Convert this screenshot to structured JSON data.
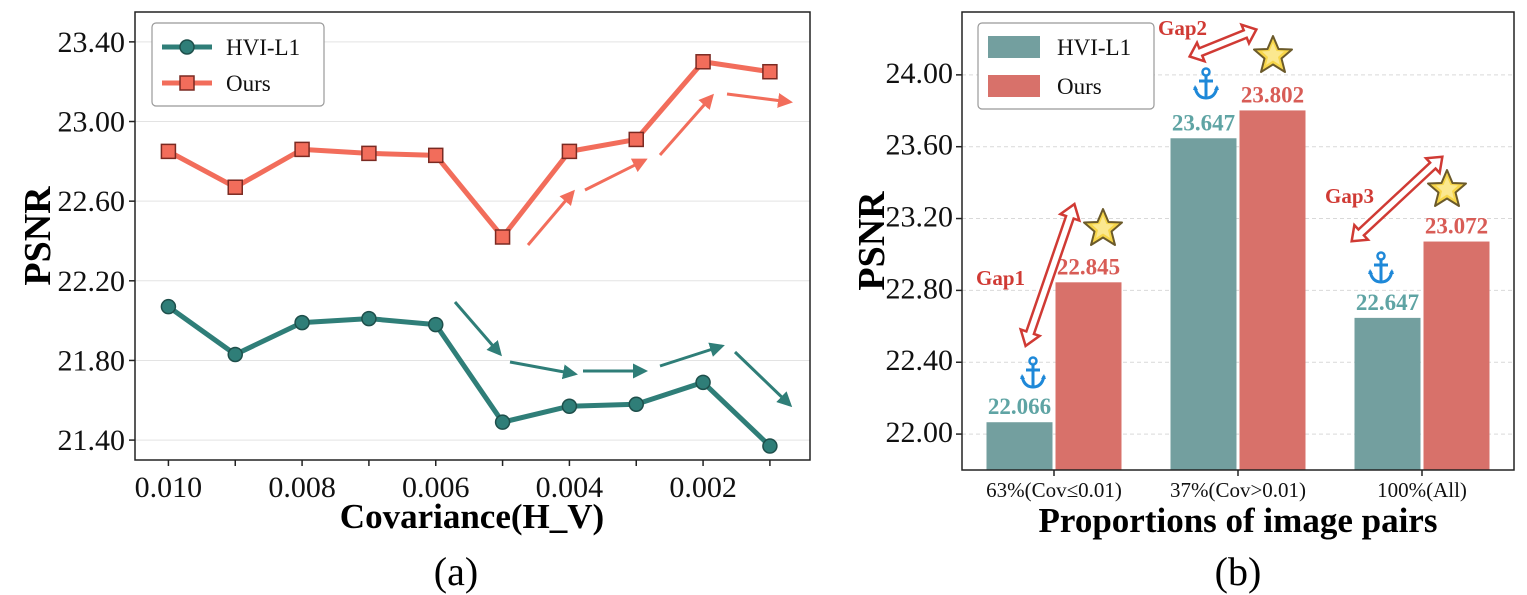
{
  "colors": {
    "teal": "#2f7e78",
    "salmon": "#f26d5b",
    "bar_teal": "#739f9f",
    "bar_red": "#d8716a",
    "value_teal": "#5fa4a4",
    "value_red": "#d85c56",
    "gap_red": "#d03a34",
    "anchor_blue": "#1e88d8",
    "star_yellow": "#f7d64a"
  },
  "panel_a_label": "(a)",
  "panel_b_label": "(b)",
  "chart_data": [
    {
      "type": "line",
      "xlabel": "Covariance(H_V)",
      "ylabel": "PSNR",
      "x": [
        0.01,
        0.009,
        0.008,
        0.007,
        0.006,
        0.005,
        0.004,
        0.003,
        0.002,
        0.001
      ],
      "xticks": [
        0.01,
        0.008,
        0.006,
        0.004,
        0.002
      ],
      "xtick_labels": [
        "0.010",
        "0.008",
        "0.006",
        "0.004",
        "0.002"
      ],
      "xlim": [
        0.0105,
        0.0004
      ],
      "ylim": [
        21.3,
        23.55
      ],
      "yticks": [
        21.4,
        21.8,
        22.2,
        22.6,
        23.0,
        23.4
      ],
      "ytick_labels": [
        "21.40",
        "21.80",
        "22.20",
        "22.60",
        "23.00",
        "23.40"
      ],
      "grid": "horizontal",
      "legend": "top-left",
      "series": [
        {
          "name": "HVI-L1",
          "marker": "circle",
          "color": "#2f7e78",
          "values": [
            22.07,
            21.83,
            21.99,
            22.01,
            21.98,
            21.49,
            21.57,
            21.58,
            21.69,
            21.37
          ]
        },
        {
          "name": "Ours",
          "marker": "square",
          "color": "#f26d5b",
          "values": [
            22.85,
            22.67,
            22.86,
            22.84,
            22.83,
            22.42,
            22.85,
            22.91,
            23.3,
            23.25
          ]
        }
      ]
    },
    {
      "type": "bar",
      "xlabel": "Proportions of image pairs",
      "ylabel": "PSNR",
      "categories": [
        "63%(Cov≤0.01)",
        "37%(Cov>0.01)",
        "100%(All)"
      ],
      "ylim": [
        21.8,
        24.35
      ],
      "yticks": [
        22.0,
        22.4,
        22.8,
        23.2,
        23.6,
        24.0
      ],
      "ytick_labels": [
        "22.00",
        "22.40",
        "22.80",
        "23.20",
        "23.60",
        "24.00"
      ],
      "grid": "horizontal",
      "legend": "top-left",
      "series": [
        {
          "name": "HVI-L1",
          "color": "#739f9f",
          "values": [
            22.066,
            23.647,
            22.647
          ],
          "labels": [
            "22.066",
            "23.647",
            "22.647"
          ]
        },
        {
          "name": "Ours",
          "color": "#d8716a",
          "values": [
            22.845,
            23.802,
            23.072
          ],
          "labels": [
            "22.845",
            "23.802",
            "23.072"
          ]
        }
      ],
      "annotations": [
        "Gap1",
        "Gap2",
        "Gap3"
      ]
    }
  ]
}
